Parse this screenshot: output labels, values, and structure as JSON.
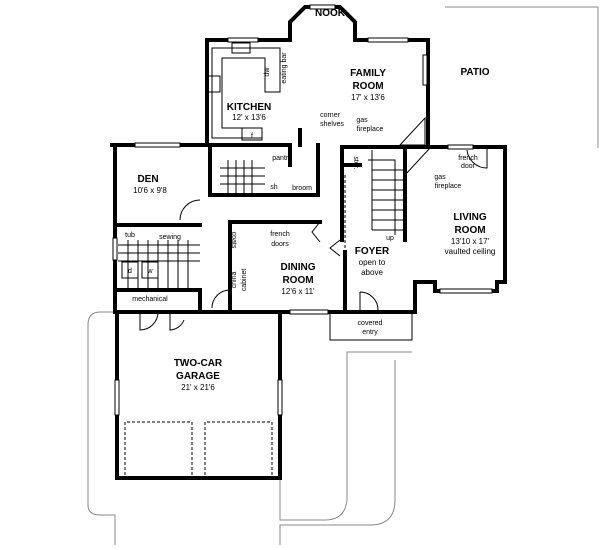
{
  "rooms": {
    "nook": {
      "name": "NOOK"
    },
    "family_room": {
      "name_line1": "FAMILY",
      "name_line2": "ROOM",
      "size": "17' x 13'6"
    },
    "kitchen": {
      "name": "KITCHEN",
      "size": "12' x 13'6"
    },
    "den": {
      "name": "DEN",
      "size": "10'6 x 9'8"
    },
    "dining_room": {
      "name_line1": "DINING",
      "name_line2": "ROOM",
      "size": "12'6 x 11'"
    },
    "foyer": {
      "name": "FOYER",
      "note_line1": "open to",
      "note_line2": "above"
    },
    "living_room": {
      "name_line1": "LIVING",
      "name_line2": "ROOM",
      "size": "13'10 x 17'",
      "note": "vaulted ceiling"
    },
    "garage": {
      "name_line1": "TWO-CAR",
      "name_line2": "GARAGE",
      "size": "21' x 21'6"
    },
    "patio": {
      "name": "PATIO"
    },
    "covered_entry": {
      "line1": "covered",
      "line2": "entry"
    }
  },
  "labels": {
    "eating_bar": "eating bar",
    "dw": "dw",
    "fridge": "f",
    "corner_shelves_1": "corner",
    "corner_shelves_2": "shelves",
    "gas_fireplace_family_1": "gas",
    "gas_fireplace_family_2": "fireplace",
    "pantry": "pantry",
    "shower": "sh",
    "broom": "broom",
    "storage": "stor.",
    "french_door_1": "french",
    "french_door_2": "door",
    "gas_fireplace_living_1": "gas",
    "gas_fireplace_living_2": "fireplace",
    "stairs_up": "up",
    "tub": "tub",
    "sewing": "sewing",
    "dryer": "d",
    "washer": "w",
    "mechanical": "mechanical",
    "coats": "coats",
    "china_cabinet_1": "china",
    "china_cabinet_2": "cabinet",
    "french_doors_1": "french",
    "french_doors_2": "doors"
  }
}
